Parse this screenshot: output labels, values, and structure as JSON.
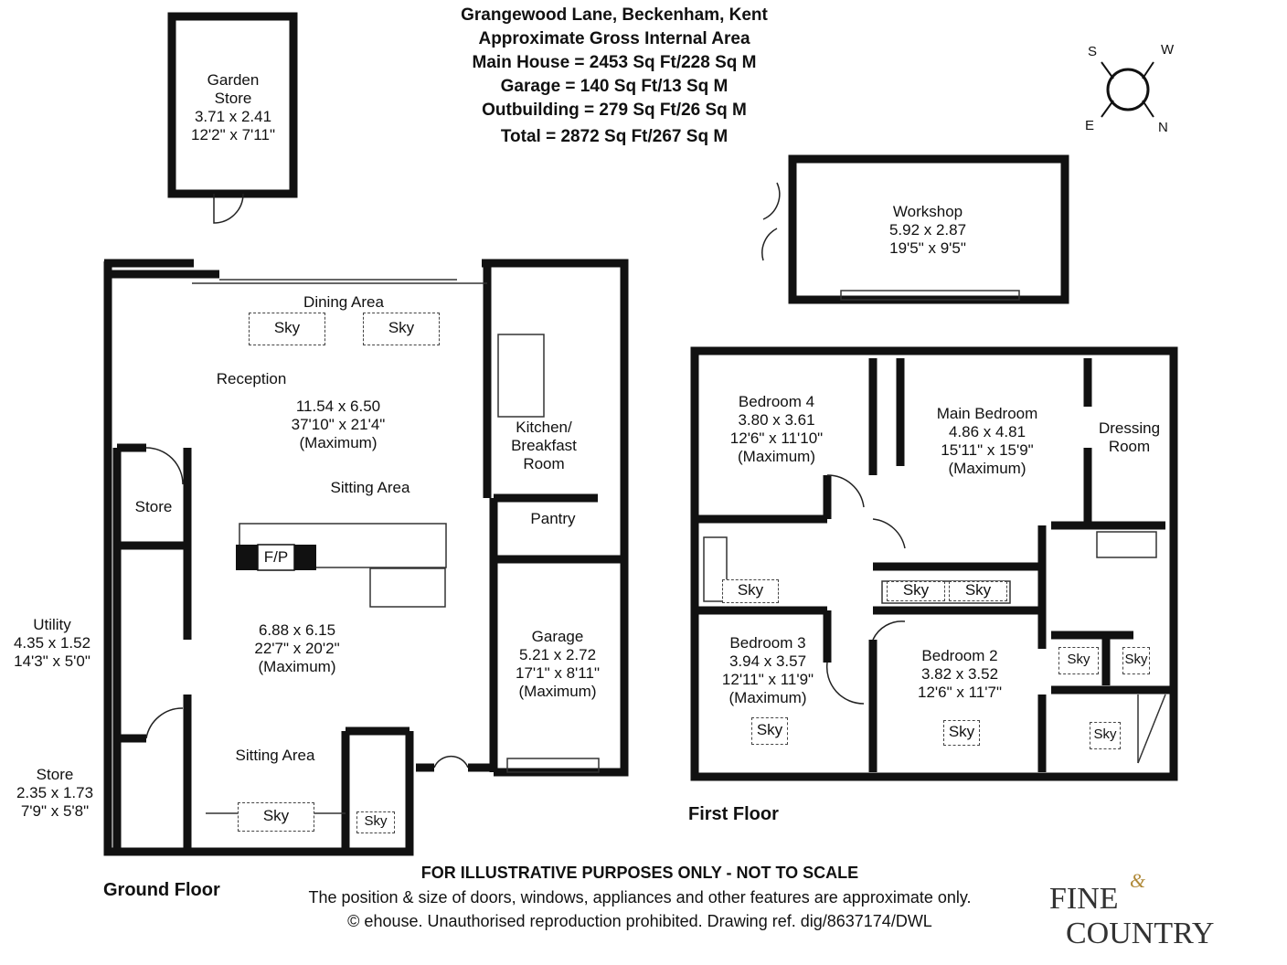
{
  "header": {
    "address": "Grangewood Lane, Beckenham, Kent",
    "subtitle": "Approximate Gross Internal Area",
    "main_house": "Main House = 2453 Sq Ft/228 Sq M",
    "garage": "Garage = 140 Sq Ft/13 Sq M",
    "outbuilding": "Outbuilding = 279 Sq Ft/26 Sq M",
    "total": "Total = 2872 Sq Ft/267 Sq M"
  },
  "compass": {
    "s": "S",
    "w": "W",
    "e": "E",
    "n": "N"
  },
  "rooms": {
    "garden_store": {
      "name1": "Garden",
      "name2": "Store",
      "metric": "3.71 x 2.41",
      "imperial": "12'2\" x 7'11\""
    },
    "workshop": {
      "name": "Workshop",
      "metric": "5.92 x 2.87",
      "imperial": "19'5\" x 9'5\""
    },
    "dining": {
      "name": "Dining Area"
    },
    "reception": {
      "name": "Reception",
      "metric": "11.54 x 6.50",
      "imperial": "37'10\" x 21'4\"",
      "note": "(Maximum)"
    },
    "sitting_upper": {
      "name": "Sitting Area"
    },
    "kitchen": {
      "name1": "Kitchen/",
      "name2": "Breakfast",
      "name3": "Room"
    },
    "store_small": {
      "name": "Store"
    },
    "pantry": {
      "name": "Pantry"
    },
    "fireplace": {
      "name": "F/P"
    },
    "utility": {
      "name": "Utility",
      "metric": "4.35 x 1.52",
      "imperial": "14'3\" x 5'0\""
    },
    "lower_sitting_dims": {
      "metric": "6.88 x 6.15",
      "imperial": "22'7\" x 20'2\"",
      "note": "(Maximum)"
    },
    "garage": {
      "name": "Garage",
      "metric": "5.21 x 2.72",
      "imperial": "17'1\" x 8'11\"",
      "note": "(Maximum)"
    },
    "store_lower": {
      "name": "Store",
      "metric": "2.35 x 1.73",
      "imperial": "7'9\" x 5'8\""
    },
    "sitting_lower": {
      "name": "Sitting Area"
    },
    "bedroom4": {
      "name": "Bedroom 4",
      "metric": "3.80 x 3.61",
      "imperial": "12'6\" x 11'10\"",
      "note": "(Maximum)"
    },
    "main_bedroom": {
      "name": "Main Bedroom",
      "metric": "4.86 x 4.81",
      "imperial": "15'11\" x 15'9\"",
      "note": "(Maximum)"
    },
    "dressing": {
      "name1": "Dressing",
      "name2": "Room"
    },
    "bedroom3": {
      "name": "Bedroom 3",
      "metric": "3.94 x 3.57",
      "imperial": "12'11\" x 11'9\"",
      "note": "(Maximum)"
    },
    "bedroom2": {
      "name": "Bedroom 2",
      "metric": "3.82 x 3.52",
      "imperial": "12'6\" x 11'7\""
    }
  },
  "sky_label": "Sky",
  "floors": {
    "ground": "Ground Floor",
    "first": "First Floor"
  },
  "footer": {
    "line1": "FOR ILLUSTRATIVE PURPOSES ONLY - NOT TO SCALE",
    "line2": "The position & size of doors, windows, appliances and other features are approximate only.",
    "line3": "© ehouse. Unauthorised reproduction prohibited. Drawing ref. dig/8637174/DWL"
  },
  "brand": {
    "word1": "FINE",
    "amp": "&",
    "word2": "COUNTRY"
  }
}
